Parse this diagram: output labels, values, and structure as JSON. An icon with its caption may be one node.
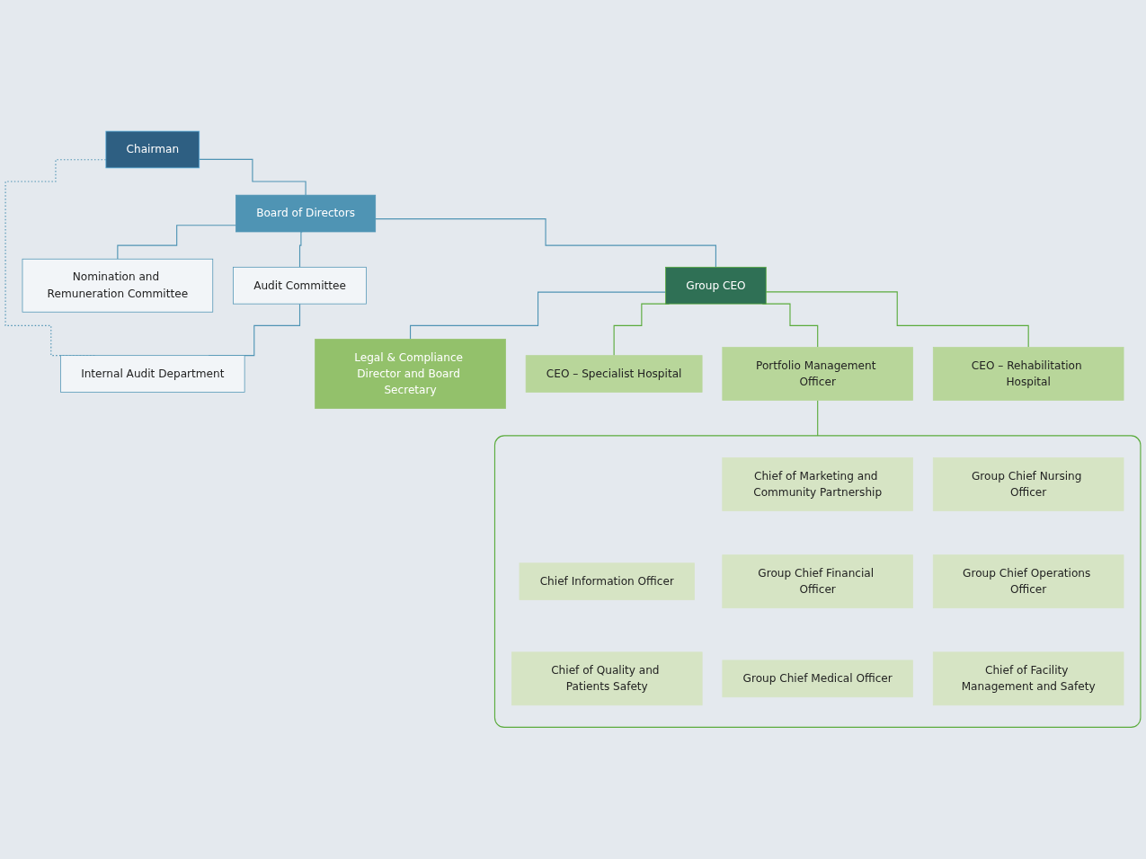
{
  "diagram": {
    "nodes": [
      {
        "text": [
          "Chairman"
        ]
      },
      {
        "text": [
          "Board of Directors"
        ]
      },
      {
        "text": [
          "Audit Committee"
        ]
      },
      {
        "text": [
          "Internal Audit Department"
        ]
      },
      {
        "text": [
          "Nomination and Remuneration Committee"
        ]
      },
      {
        "text": [
          "Group CEO"
        ]
      },
      {
        "text": [
          "Legal & Compliance Director and Board Secretary"
        ]
      },
      {
        "text": [
          "CEO – Specialist Hospital"
        ]
      },
      {
        "text": [
          "Portfolio Management Officer"
        ]
      },
      {
        "text": [
          "CEO – Rehabilitation Hospital"
        ]
      },
      {
        "text": [],
        "shape": "box"
      },
      {
        "text": [
          "Chief of Marketing and Community Partnership"
        ],
        "in": 10
      },
      {
        "text": [
          "Group Chief Nursing Officer"
        ],
        "in": 10
      },
      {
        "text": [
          "Chief Information Officer"
        ],
        "in": 10
      },
      {
        "text": [
          "Group Chief Financial Officer"
        ],
        "in": 10
      },
      {
        "text": [
          "Group Chief Operations Officer"
        ],
        "in": 10
      },
      {
        "text": [
          "Chief of Quality and Patients Safety"
        ],
        "in": 10
      },
      {
        "text": [
          "Group Chief Medical Officer"
        ],
        "in": 10
      },
      {
        "text": [
          "Chief of Facility Management and Safety"
        ],
        "in": 10
      }
    ],
    "edges": [
      {
        "from": 0,
        "to": 1,
        "arrow": "none"
      },
      {
        "from": 0,
        "to": 3,
        "arrow": "none",
        "style": "dashed"
      },
      {
        "from": 1,
        "to": 2,
        "arrow": "none"
      },
      {
        "from": 2,
        "to": 3,
        "arrow": "none"
      },
      {
        "from": 1,
        "to": 4,
        "arrow": "none"
      },
      {
        "from": 1,
        "to": 5,
        "arrow": "none"
      },
      {
        "from": 5,
        "to": 6,
        "arrow": "none"
      },
      {
        "from": 5,
        "to": 7,
        "arrow": "none",
        "color": "#5aab3c"
      },
      {
        "from": 5,
        "to": 8,
        "arrow": "none",
        "color": "#5aab3c"
      },
      {
        "from": 5,
        "to": 9,
        "arrow": "none",
        "color": "#5aab3c"
      },
      {
        "from": 8,
        "to": 10,
        "arrow": "none",
        "color": "#5aab3c"
      }
    ]
  }
}
